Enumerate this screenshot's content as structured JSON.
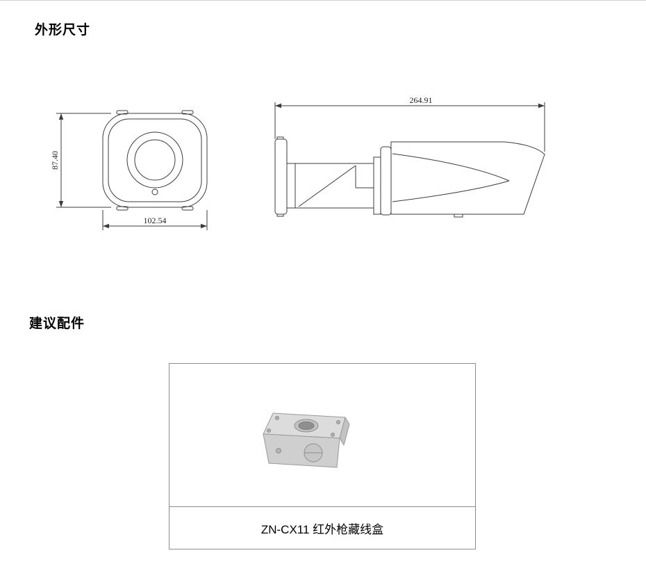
{
  "page": {
    "sections": {
      "dimensions": {
        "title": "外形尺寸",
        "front_view": {
          "height_mm": "87.40",
          "width_mm": "102.54"
        },
        "side_view": {
          "length_mm": "264.91"
        }
      },
      "accessories": {
        "title": "建议配件",
        "item": {
          "label": "ZN-CX11 红外枪藏线盒"
        }
      }
    }
  }
}
